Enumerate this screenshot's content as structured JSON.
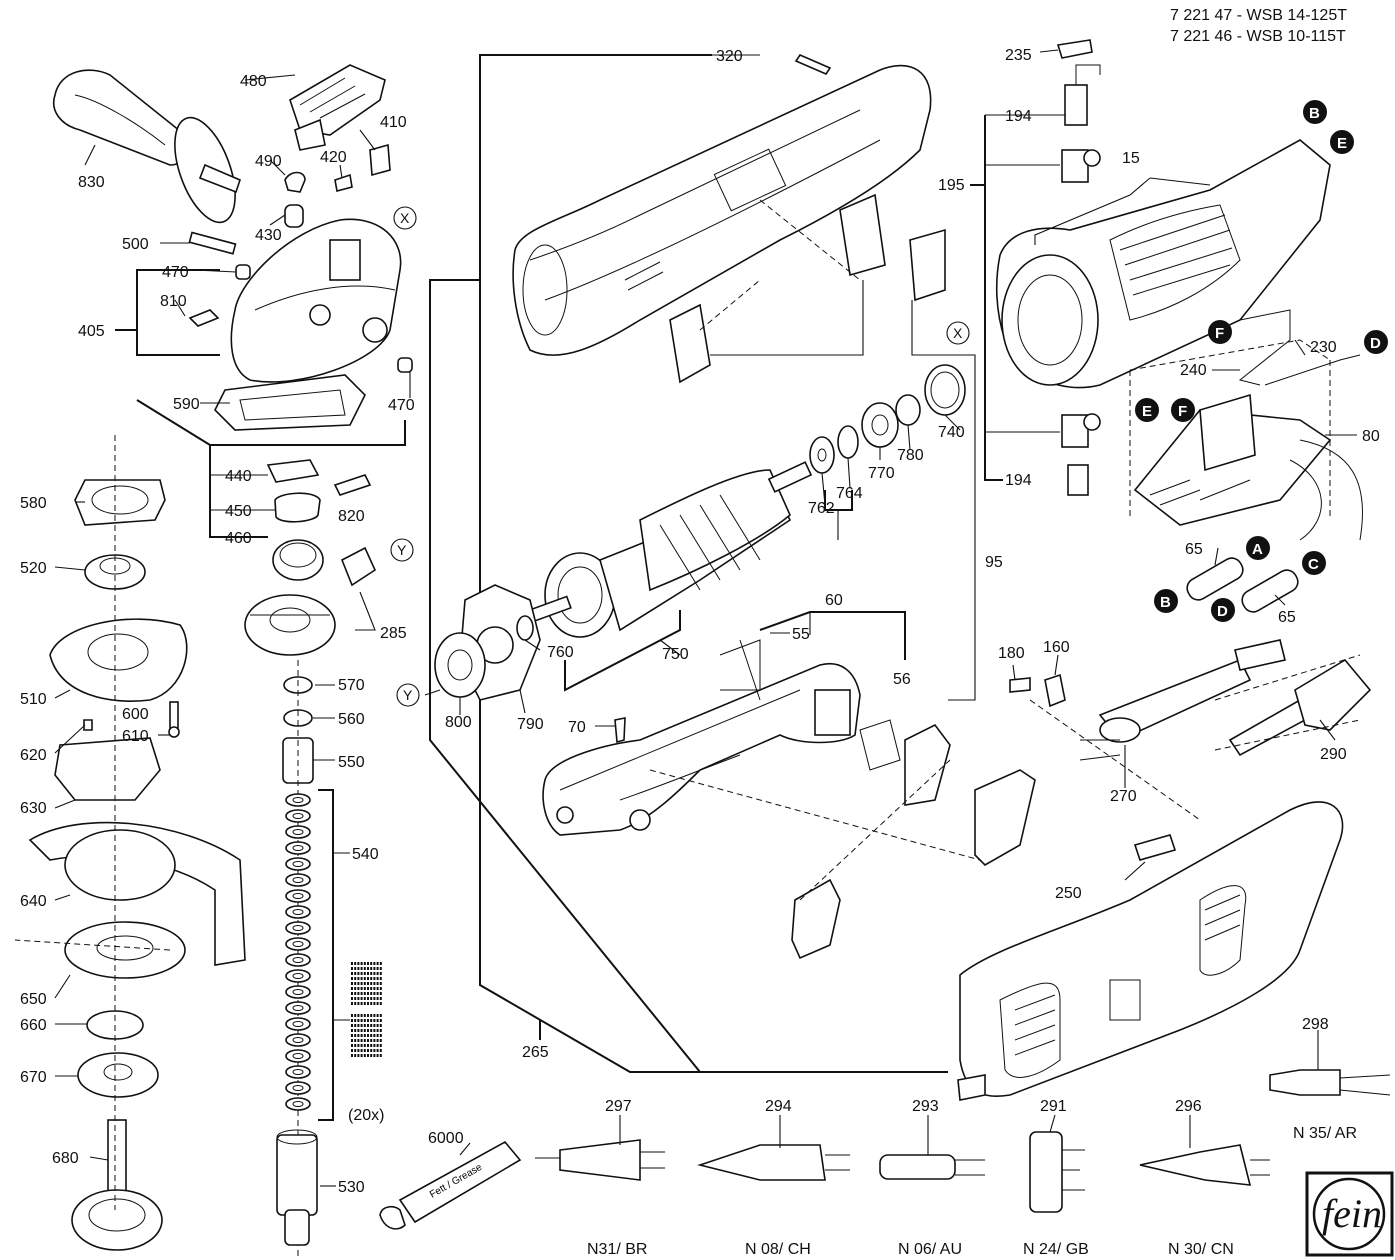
{
  "header": {
    "line1": "7 221 47 - WSB 14-125T",
    "line2": "7 221 46 - WSB 10-115T"
  },
  "part_labels": {
    "p320": "320",
    "p235": "235",
    "p194a": "194",
    "p194b": "194",
    "p195": "195",
    "p15": "15",
    "p480": "480",
    "p410": "410",
    "p420": "420",
    "p490": "490",
    "p430": "430",
    "p830": "830",
    "p500": "500",
    "p470a": "470",
    "p470b": "470",
    "p810": "810",
    "p405": "405",
    "p590": "590",
    "p440": "440",
    "p450": "450",
    "p460": "460",
    "p820": "820",
    "p580": "580",
    "p520": "520",
    "p285": "285",
    "p510": "510",
    "p570": "570",
    "p600": "600",
    "p610": "610",
    "p560": "560",
    "p620": "620",
    "p550": "550",
    "p630": "630",
    "p540": "540",
    "p640": "640",
    "p650": "650",
    "p660": "660",
    "p670": "670",
    "p680": "680",
    "p530": "530",
    "p20x": "(20x)",
    "p740": "740",
    "p780": "780",
    "p770": "770",
    "p764": "764",
    "p762": "762",
    "p750": "750",
    "p760": "760",
    "p800": "800",
    "p790": "790",
    "p60": "60",
    "p55": "55",
    "p56": "56",
    "p70": "70",
    "p95": "95",
    "p230": "230",
    "p240": "240",
    "p80": "80",
    "p65a": "65",
    "p65b": "65",
    "p180": "180",
    "p160": "160",
    "p290": "290",
    "p270": "270",
    "p250": "250",
    "p265": "265",
    "p298": "298",
    "p297": "297",
    "p294": "294",
    "p293": "293",
    "p291": "291",
    "p296": "296",
    "p6000": "6000"
  },
  "plug_variants": {
    "n35": "N 35/ AR",
    "n31": "N31/ BR",
    "n08": "N 08/ CH",
    "n06": "N 06/ AU",
    "n24": "N 24/ GB",
    "n30": "N 30/ CN"
  },
  "grease_tube_text": "Fett / Grease",
  "ref_markers": {
    "B": "B",
    "E": "E",
    "F": "F",
    "D": "D",
    "A": "A",
    "C": "C",
    "X": "X",
    "Y": "Y"
  },
  "logo_text": "fein"
}
